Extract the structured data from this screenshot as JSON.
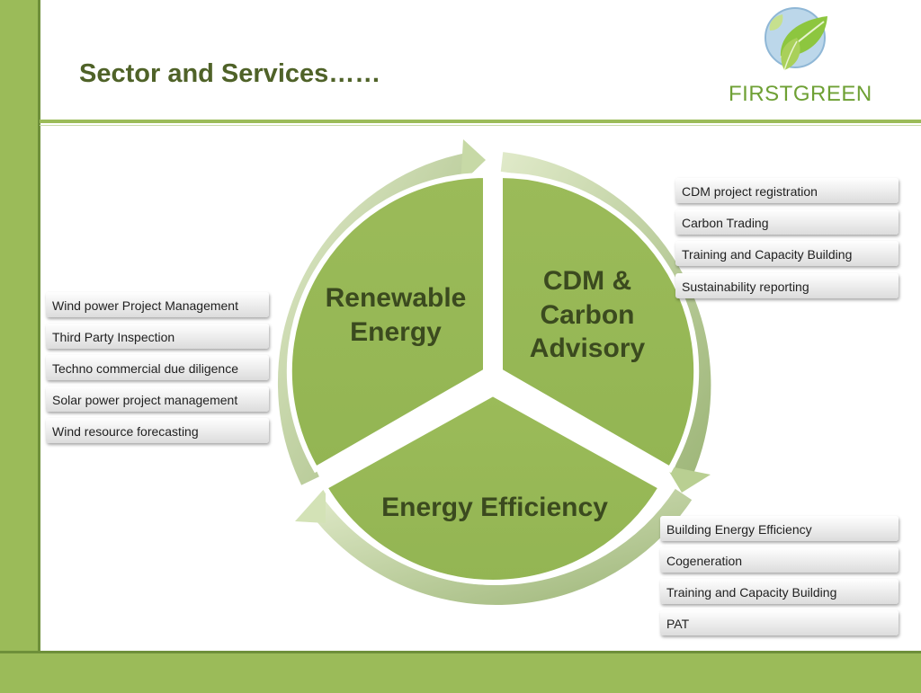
{
  "slide": {
    "title": "Sector and Services……",
    "logo_text": "FIRSTGREEN"
  },
  "segments": {
    "renewable_line1": "Renewable",
    "renewable_line2": "Energy",
    "cdm_line1": "CDM &",
    "cdm_line2": "Carbon",
    "cdm_line3": "Advisory",
    "efficiency": "Energy Efficiency"
  },
  "renewable_services": [
    "Wind power Project Management",
    "Third Party Inspection",
    "Techno commercial due diligence",
    "Solar power project management",
    "Wind resource forecasting"
  ],
  "cdm_services": [
    "CDM project registration",
    "Carbon Trading",
    "Training and Capacity Building",
    "Sustainability reporting"
  ],
  "efficiency_services": [
    "Building Energy Efficiency",
    "Cogeneration",
    "Training and Capacity Building",
    "PAT"
  ],
  "colors": {
    "accent_green": "#9bbb59",
    "dark_green": "#4f6228",
    "arrow_green": "#c3d69b"
  }
}
